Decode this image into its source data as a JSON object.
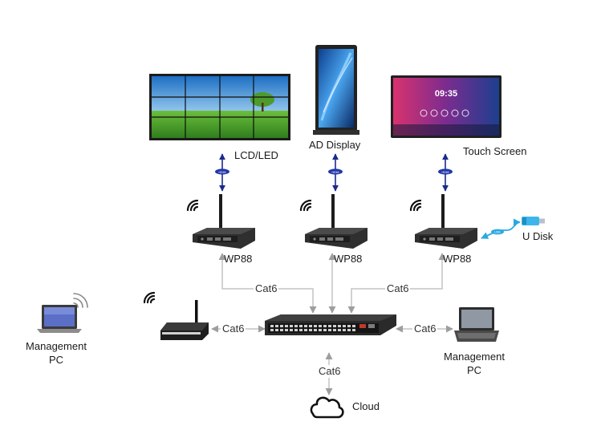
{
  "displays": {
    "lcd_led": "LCD/LED",
    "ad_display": "AD Display",
    "touch_screen": "Touch Screen"
  },
  "screen": {
    "clock": "09:35"
  },
  "hdmi": {
    "tag": "HDMI"
  },
  "usb": {
    "tag": "USB"
  },
  "players": {
    "p1": "WP88",
    "p2": "WP88",
    "p3": "WP88"
  },
  "storage": {
    "u_disk": "U Disk"
  },
  "links": {
    "cat6_left_player": "Cat6",
    "cat6_right_player": "Cat6",
    "cat6_router": "Cat6",
    "cat6_pc": "Cat6",
    "cat6_cloud": "Cat6"
  },
  "management_pc_left": {
    "line1": "Management",
    "line2": "PC"
  },
  "management_pc_right": {
    "line1": "Management",
    "line2": "PC"
  },
  "cloud": {
    "label": "Cloud"
  },
  "colors": {
    "connector_line": "#bdbdbd",
    "hdmi_arrow": "#1a2a8c",
    "usb_arrow": "#2aa9e0",
    "device_dark": "#2b2b2b"
  }
}
